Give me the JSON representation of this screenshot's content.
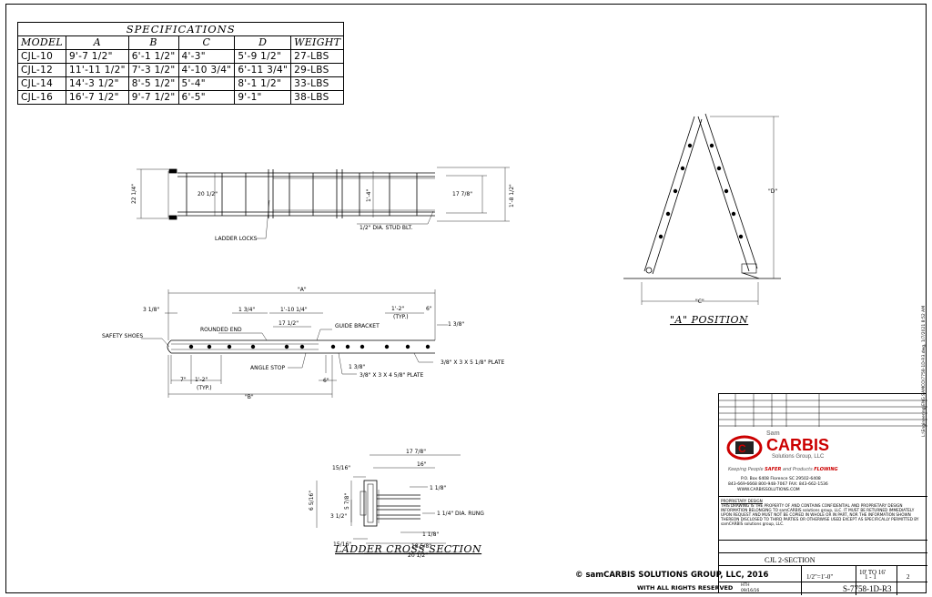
{
  "spec_table": {
    "title": "SPECIFICATIONS",
    "headers": [
      "MODEL",
      "A",
      "B",
      "C",
      "D",
      "WEIGHT"
    ],
    "rows": [
      [
        "CJL-10",
        "9'-7 1/2\"",
        "6'-1 1/2\"",
        "4'-3\"",
        "5'-9 1/2\"",
        "27-LBS"
      ],
      [
        "CJL-12",
        "11'-11 1/2\"",
        "7'-3 1/2\"",
        "4'-10 3/4\"",
        "6'-11 3/4\"",
        "29-LBS"
      ],
      [
        "CJL-14",
        "14'-3 1/2\"",
        "8'-5 1/2\"",
        "5'-4\"",
        "8'-1 1/2\"",
        "33-LBS"
      ],
      [
        "CJL-16",
        "16'-7 1/2\"",
        "9'-7 1/2\"",
        "6'-5\"",
        "9'-1\"",
        "38-LBS"
      ]
    ]
  },
  "plan_view": {
    "dim_22": "22 1/4\"",
    "dim_20": "20 1/2\"",
    "dim_1_4": "1'-4\"",
    "dim_17": "17 7/8\"",
    "dim_1_8": "1'-8 1/2\"",
    "ladder_locks": "LADDER LOCKS",
    "stud_bolt": "1/2\" DIA. STUD BLT."
  },
  "side_view": {
    "dim_A": "\"A\"",
    "dim_B": "\"B\"",
    "dim_3_18": "3 1/8\"",
    "dim_1_34": "1 3/4\"",
    "dim_1_10": "1'-10 1/4\"",
    "dim_1_2": "1'-2\"",
    "typ": "(TYP.)",
    "dim_6": "6\"",
    "dim_17_12": "17 1/2\"",
    "dim_1_38": "1 3/8\"",
    "dim_1_38b": "1 3/8\"",
    "dim_7": "7\"",
    "dim_1_2b": "1'-2\"",
    "typ_b": "(TYP.)",
    "dim_6b": "6\"",
    "safety_shoes": "SAFETY SHOES",
    "rounded_end": "ROUNDED END",
    "guide_bracket": "GUIDE BRACKET",
    "angle_stop": "ANGLE STOP",
    "plate_1": "3/8\" X 3 X 5 1/8\" PLATE",
    "plate_2": "3/8\" X 3 X 4 5/8\" PLATE"
  },
  "a_position": {
    "dim_D": "\"D\"",
    "dim_C": "\"C\"",
    "title": "\"A\" POSITION"
  },
  "cross_section": {
    "dim_17_78": "17 7/8\"",
    "dim_16": "16\"",
    "dim_15_16a": "15/16\"",
    "dim_6_516": "6 5/16\"",
    "dim_5_78": "5 7/8\"",
    "dim_3_12": "3 1/2\"",
    "dim_1_18a": "1 1/8\"",
    "rung": "1 1/4\" DIA. RUNG",
    "dim_1_18b": "1 1/8\"",
    "dim_15_16b": "15/16\"",
    "dim_18_58": "18 5/8\"",
    "dim_20_12": "20 1/2\"",
    "title": "LADDER CROSS SECTION"
  },
  "footer": {
    "copyright": "© samCARBIS SOLUTIONS GROUP, LLC, 2016",
    "rights": "WITH ALL RIGHTS RESERVED"
  },
  "title_block": {
    "logo_small": "Sam",
    "logo_big": "CARBIS",
    "logo_sub": "Solutions Group, LLC",
    "tagline_1": "Keeping People ",
    "tagline_safer": "SAFER",
    "tagline_2": " and Products ",
    "tagline_flowing": "FLOWING",
    "addr_1": "P.O. Box 6408   Florence SC 29502-6408",
    "addr_2": "843-669-6668     800-948-7067   FAX: 843-662-1536",
    "addr_3": "WWW.CARBISSOLUTIONS.COM",
    "proprietary_head": "PROPRIETARY DESIGN",
    "proprietary_body": "THIS DRAWING IS THE PROPERTY OF AND CONTAINS CONFIDENTIAL AND PROPRIETARY DESIGN INFORMATION BELONGING TO samCARBIS solutions group, LLC. IT MUST BE RETURNED IMMEDIATELY UPON REQUEST AND MUST NOT BE COPIED IN WHOLE OR IN PART, NOR THE INFORMATION SHOWN THEREON DISCLOSED TO THIRD PARTIES OR OTHERWISE USED EXCEPT AS SPECIFICALLY PERMITTED BY samCARBIS solutions group, LLC.",
    "drawn_title": "CJL  2-SECTION",
    "range": "10' TO 16'",
    "scale": "1/2\"=1'-0\"",
    "sheet": "1 - 1",
    "rev": "2",
    "drawn_by": "HTH",
    "date": "09/16/16",
    "dwg_no": "S-7758-1D-R3",
    "vertical_path": "L:\\Engineering\\ENG SAMCO\\7758-1D-R3.dwg, 1/7/2021 8:52 AM"
  }
}
